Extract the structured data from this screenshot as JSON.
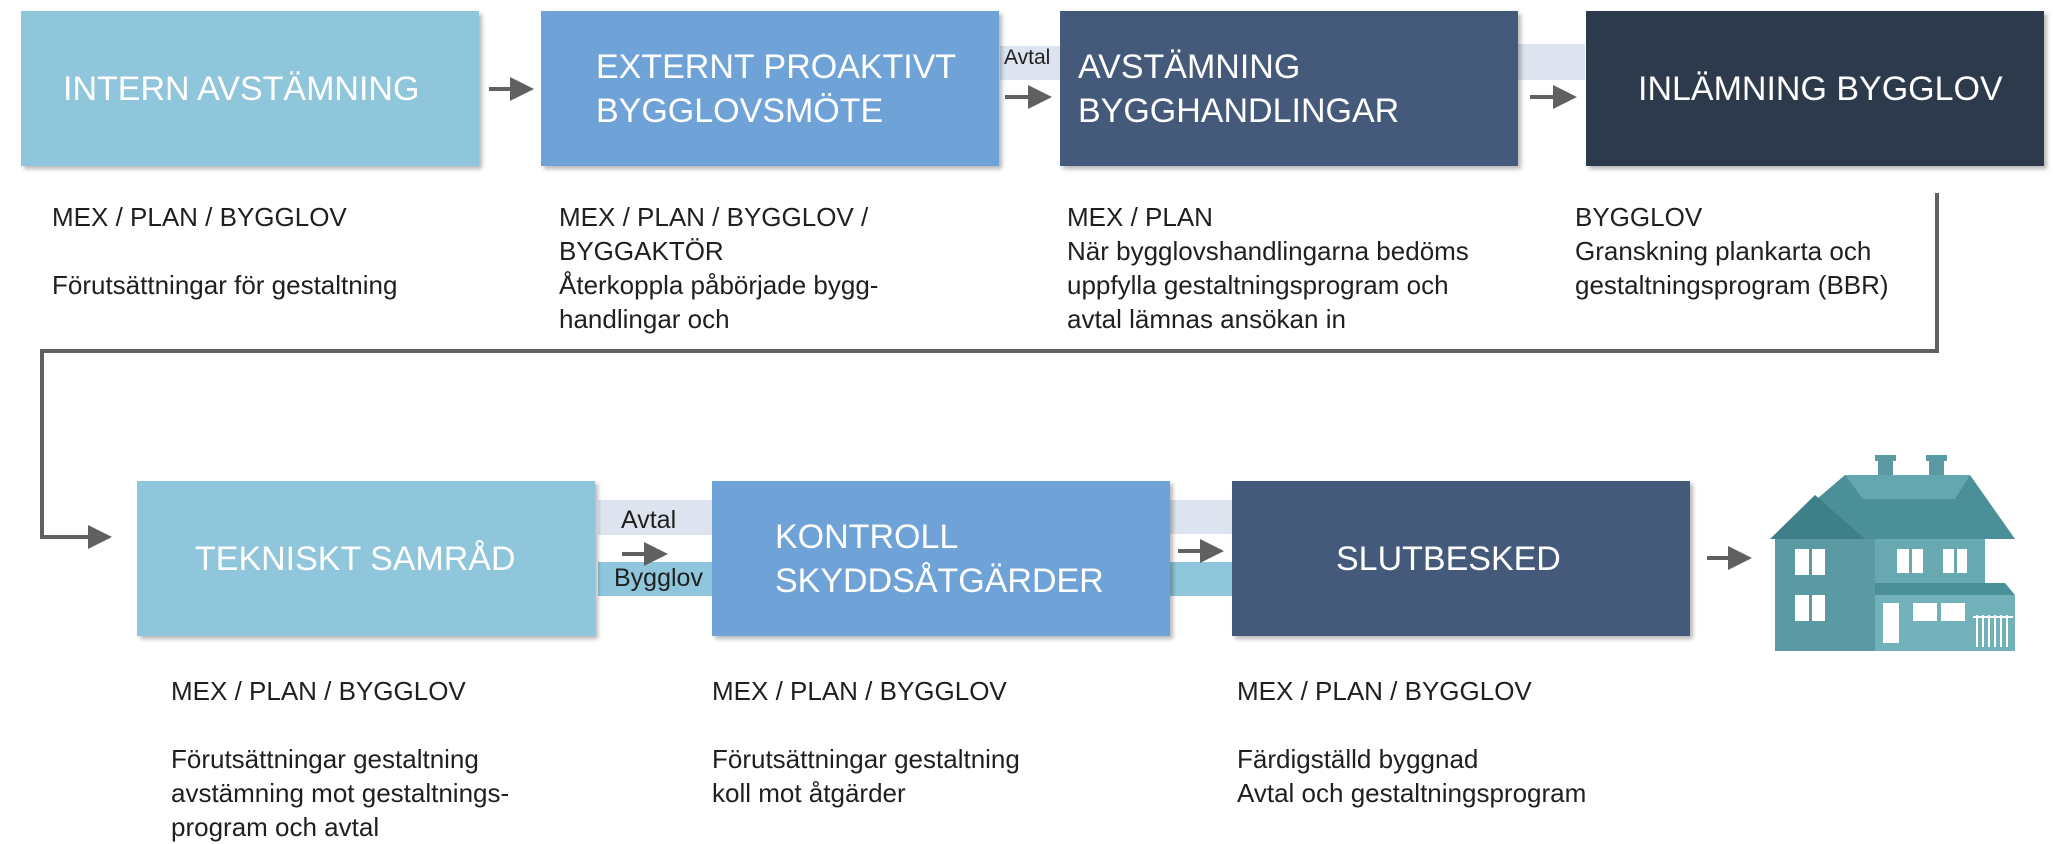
{
  "steps": [
    {
      "title": "INTERN AVSTÄMNING",
      "line1": "MEX / PLAN  / BYGGLOV",
      "line2": "",
      "desc": [
        "Förutsättningar för gestaltning"
      ],
      "color": "#8fc6dc"
    },
    {
      "title": "EXTERNT PROAKTIVT\nBYGGLOVSMÖTE",
      "line1": "MEX / PLAN  / BYGGLOV /",
      "line2": "BYGGAKTÖR",
      "desc": [
        "Återkoppla påbörjade bygg-",
        "handlingar och"
      ],
      "color": "#6fa3d8"
    },
    {
      "title": "AVSTÄMNING\nBYGGHANDLINGAR",
      "line1": "MEX / PLAN",
      "line2": "",
      "desc": [
        "När bygglovshandlingarna bedöms",
        "uppfylla gestaltningsprogram och",
        "avtal lämnas ansökan in"
      ],
      "color": "#455a7a"
    },
    {
      "title": "INLÄMNING BYGGLOV",
      "line1": "BYGGLOV",
      "line2": "",
      "desc": [
        "Granskning plankarta och",
        "gestaltningsprogram (BBR)"
      ],
      "color": "#2c3a4c"
    },
    {
      "title": "TEKNISKT SAMRÅD",
      "line1": "MEX / PLAN  / BYGGLOV",
      "line2": "",
      "desc": [
        "Förutsättningar gestaltning",
        "avstämning mot gestaltnings-",
        "program och avtal"
      ],
      "color": "#8fc6dc"
    },
    {
      "title": "KONTROLL\nSKYDDSÅTGÄRDER",
      "line1": "MEX / PLAN  / BYGGLOV",
      "line2": "",
      "desc": [
        "Förutsättningar gestaltning",
        "koll mot åtgärder"
      ],
      "color": "#6fa3d8"
    },
    {
      "title": "SLUTBESKED",
      "line1": "MEX / PLAN  / BYGGLOV",
      "line2": "",
      "desc": [
        "Färdigställd byggnad",
        "Avtal och gestaltningsprogram"
      ],
      "color": "#455a7a"
    }
  ],
  "connector_labels": {
    "avtal_top": "Avtal",
    "avtal_bottom": "Avtal",
    "bygglov_bottom": "Bygglov"
  },
  "colors": {
    "arrow": "#5f6062",
    "band_light": "#dde4ef",
    "band_teal": "#8fc6dc",
    "house": "#5b9aa3"
  },
  "icons": {
    "end": "house-icon"
  }
}
